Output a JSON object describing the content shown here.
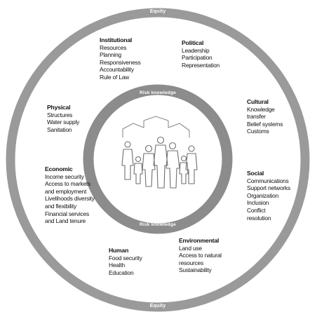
{
  "colors": {
    "outer_ring": "#9a9a9a",
    "inner_ring": "#8c8c8c",
    "ring_text": "#ffffff",
    "text": "#111111",
    "figures": "#6f6f6f"
  },
  "rings": {
    "outer_label_top": "Equity",
    "outer_label_bottom": "Equity",
    "inner_label_top": "Risk knowledge",
    "inner_label_bottom": "Risk knowledge"
  },
  "center_image": {
    "icon": "community-people-illustration"
  },
  "categories": {
    "institutional": {
      "heading": "Institutional",
      "items": [
        "Resources",
        "Planning",
        "Responsiveness",
        "Accountability",
        "Rule of Law"
      ]
    },
    "political": {
      "heading": "Political",
      "items": [
        "Leadership",
        "Participation",
        "Representation"
      ]
    },
    "physical": {
      "heading": "Physical",
      "items": [
        "Structures",
        "Water supply",
        "Sanitation"
      ]
    },
    "cultural": {
      "heading": "Cultural",
      "items": [
        "Knowledge",
        "transfer",
        "Belief systems",
        "Customs"
      ]
    },
    "economic": {
      "heading": "Economic",
      "items": [
        "Income security",
        "Access to markets",
        "and employment",
        "Livelihoods diversity",
        "and flexibility",
        "Financial services",
        "and Land tenure"
      ]
    },
    "social": {
      "heading": "Social",
      "items": [
        "Communications",
        "Support networks",
        "Organization",
        "Inclusion",
        "Conflict",
        "resolution"
      ]
    },
    "human": {
      "heading": "Human",
      "items": [
        "Food security",
        "Health",
        "Education"
      ]
    },
    "environmental": {
      "heading": "Environmental",
      "items": [
        "Land use",
        "Access to natural",
        "resources",
        "Sustainability"
      ]
    }
  }
}
